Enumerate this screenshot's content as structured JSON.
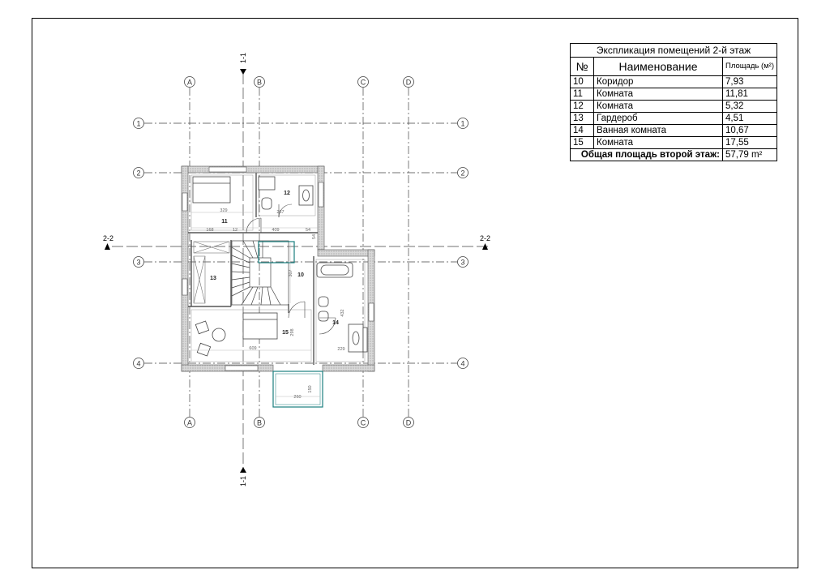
{
  "table": {
    "caption": "Экспликация помещений 2-й этаж",
    "headers": {
      "number": "№",
      "name": "Наименование",
      "area": "Площадь (м²)"
    },
    "rows": [
      {
        "no": "10",
        "name": "Коридор",
        "area": "7,93"
      },
      {
        "no": "11",
        "name": "Комната",
        "area": "11,81"
      },
      {
        "no": "12",
        "name": "Комната",
        "area": "5,32"
      },
      {
        "no": "13",
        "name": "Гардероб",
        "area": "4,51"
      },
      {
        "no": "14",
        "name": "Ванная комната",
        "area": "10,67"
      },
      {
        "no": "15",
        "name": "Комната",
        "area": "17,55"
      }
    ],
    "total_label": "Общая площадь второй этаж:",
    "total_value": "57,79 m²"
  },
  "plan": {
    "col_axes": [
      "A",
      "B",
      "C",
      "D"
    ],
    "row_axes": [
      "1",
      "2",
      "3",
      "4"
    ],
    "section_vertical": "1-1",
    "section_horizontal": "2-2",
    "room_labels": [
      "10",
      "11",
      "12",
      "13",
      "14",
      "15"
    ],
    "dims": [
      "329",
      "168",
      "12",
      "409",
      "267",
      "54",
      "307",
      "609",
      "229",
      "260",
      "150",
      "432",
      "298",
      "54"
    ]
  }
}
